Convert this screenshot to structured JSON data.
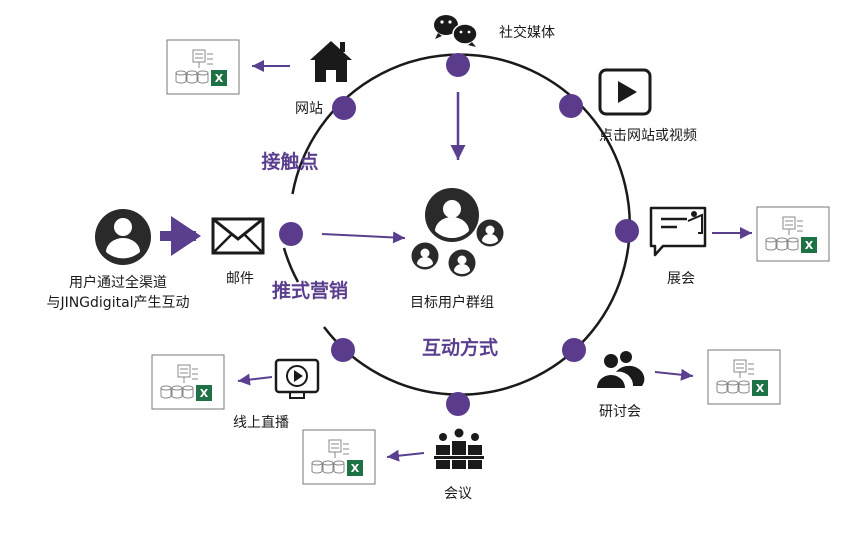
{
  "colors": {
    "accent": "#5b3f8f",
    "dot": "#5a3b8c",
    "arrow": "#5b3f8f",
    "ring": "#1a1a1a",
    "icon": "#1a1a1a",
    "excel": "#1e7145"
  },
  "section_labels": {
    "touchpoints": "接触点",
    "push_marketing": "推式营销",
    "interaction": "互动方式"
  },
  "center": {
    "label": "目标用户群组",
    "icon": "user-group-icon"
  },
  "channels": {
    "social": {
      "label": "社交媒体",
      "icon": "wechat-icon"
    },
    "video": {
      "label": "点击网站或视频",
      "icon": "play-video-icon"
    },
    "exhibition": {
      "label": "展会",
      "icon": "exhibition-board-icon"
    },
    "seminar": {
      "label": "研讨会",
      "icon": "people-icon"
    },
    "meeting": {
      "label": "会议",
      "icon": "meeting-icon"
    },
    "livestream": {
      "label": "线上直播",
      "icon": "live-stream-icon"
    },
    "email": {
      "label": "邮件",
      "icon": "envelope-icon"
    },
    "website": {
      "label": "网站",
      "icon": "house-icon"
    }
  },
  "user": {
    "icon": "user-icon",
    "label_line1": "用户通过全渠道",
    "label_line2": "与JINGdigital产生互动"
  },
  "data_card_icon": "data-excel-icon"
}
